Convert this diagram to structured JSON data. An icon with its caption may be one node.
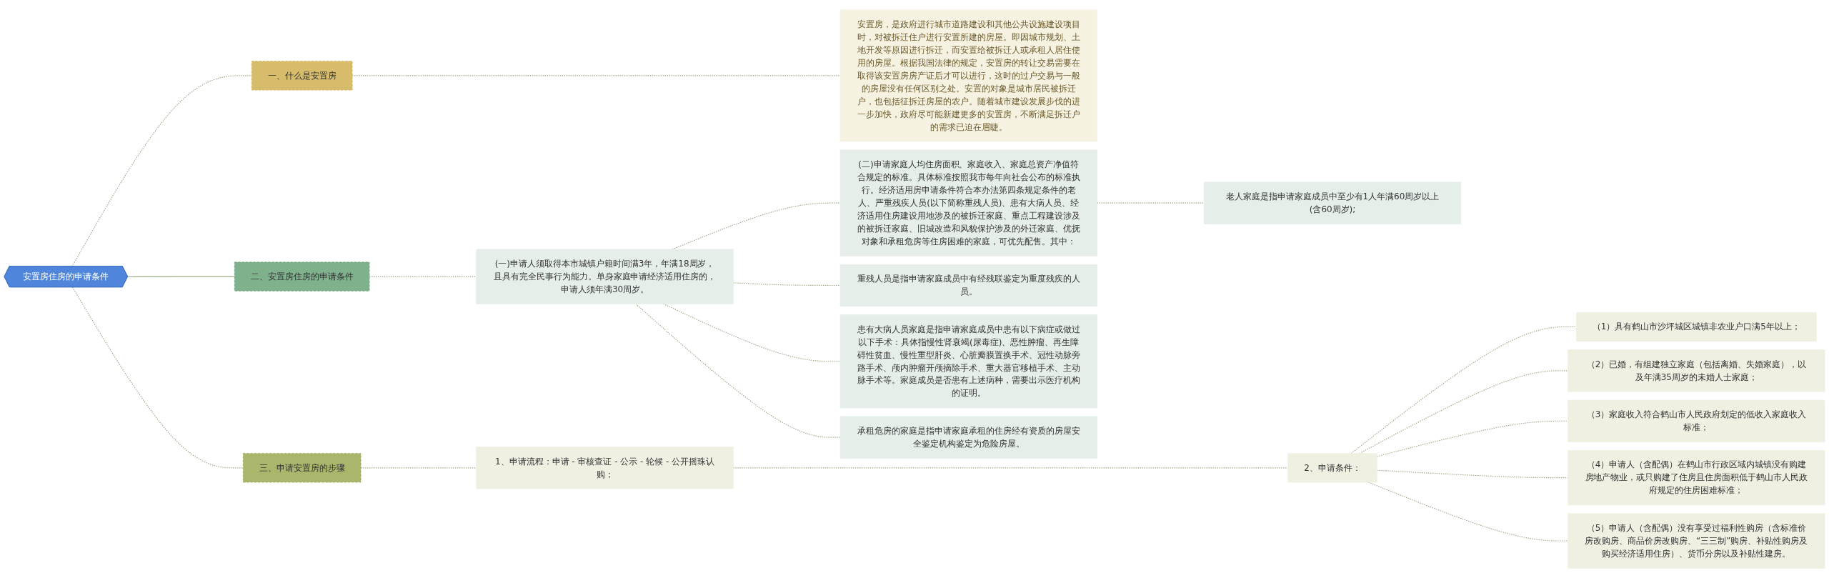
{
  "diagram": {
    "nodes": [
      {
        "text": [
          "安置房住房的申请条件"
        ]
      },
      {
        "text": [
          "一、什么是安置房"
        ]
      },
      {
        "text": [
          "安置房，是政府进行城市道路建设和其他公共设施建设项目时，对被拆迁住户进行安置所建的房屋。即因城市规划、土地开发等原因进行拆迁，而安置给被拆迁人或承租人居住使用的房屋。根据我国法律的规定，安置房的转让交易需要在取得该安置房房产证后才可以进行，这时的过户交易与一般的房屋没有任何区别之处。安置的对象是城市居民被拆迁户，也包括征拆迁房屋的农户。随着城市建设发展步伐的进一步加快，政府尽可能新建更多的安置房，不断满足拆迁户的需求已迫在眉睫。"
        ]
      },
      {
        "text": [
          "二、安置房住房的申请条件"
        ]
      },
      {
        "text": [
          "(一)申请人须取得本市城镇户籍时间满3年，年满18周岁，且具有完全民事行为能力。单身家庭申请经济适用住房的，申请人须年满30周岁。"
        ]
      },
      {
        "text": [
          "(二)申请家庭人均住房面积、家庭收入、家庭总资产净值符合规定的标准。具体标准按照我市每年向社会公布的标准执行。经济适用房申请条件符合本办法第四条规定条件的老人、严重残疾人员(以下简称重残人员)、患有大病人员、经济适用住房建设用地涉及的被拆迁家庭、重点工程建设涉及的被拆迁家庭、旧城改造和风貌保护涉及的外迁家庭、优抚对象和承租危房等住房困难的家庭，可优先配售。其中："
        ]
      },
      {
        "text": [
          "老人家庭是指申请家庭成员中至少有1人年满60周岁以上(含60周岁);"
        ]
      },
      {
        "text": [
          "重残人员是指申请家庭成员中有经残联鉴定为重度残疾的人员。"
        ]
      },
      {
        "text": [
          "患有大病人员家庭是指申请家庭成员中患有以下病症或做过以下手术：具体指慢性肾衰竭(尿毒症)、恶性肿瘤、再生障碍性贫血、慢性重型肝炎、心脏瓣膜置换手术、冠性动脉旁路手术、颅内肿瘤开颅摘除手术、重大器官移植手术、主动脉手术等。家庭成员是否患有上述病种，需要出示医疗机构的证明。"
        ]
      },
      {
        "text": [
          "承租危房的家庭是指申请家庭承租的住房经有资质的房屋安全鉴定机构鉴定为危险房屋。"
        ]
      },
      {
        "text": [
          "三、申请安置房的步骤"
        ]
      },
      {
        "text": [
          "1、申请流程：申请 - 审核查证 - 公示 - 轮候 - 公开摇珠认购；"
        ]
      },
      {
        "text": [
          "2、申请条件："
        ]
      },
      {
        "text": [
          "（1）具有鹤山市沙坪城区城镇非农业户口满5年以上；"
        ]
      },
      {
        "text": [
          "（2）已婚，有组建独立家庭（包括离婚、失婚家庭），以及年满35周岁的未婚人士家庭；"
        ]
      },
      {
        "text": [
          "（3）家庭收入符合鹤山市人民政府划定的低收入家庭收入标准；"
        ]
      },
      {
        "text": [
          "（4）申请人（含配偶）在鹤山市行政区域内城镇没有购建房地产物业，或只购建了住房且住房面积低于鹤山市人民政府规定的住房困难标准；"
        ]
      },
      {
        "text": [
          "（5）申请人（含配偶）没有享受过福利性购房（含标准价房改购房、商品价房改购房、“三三制”购房、补贴性购房及购买经济适用住房）、货币分房以及补贴性建房。"
        ]
      }
    ],
    "edges": [
      {
        "from": 0,
        "to": 1,
        "arrow": "none",
        "style": "dashed"
      },
      {
        "from": 1,
        "to": 2,
        "arrow": "none",
        "style": "dashed"
      },
      {
        "from": 0,
        "to": 3,
        "arrow": "none"
      },
      {
        "from": 3,
        "to": 4,
        "arrow": "none",
        "style": "dashed"
      },
      {
        "from": 4,
        "to": 5,
        "arrow": "none",
        "style": "dashed"
      },
      {
        "from": 5,
        "to": 6,
        "arrow": "none",
        "style": "dashed"
      },
      {
        "from": 4,
        "to": 7,
        "arrow": "none",
        "style": "dashed"
      },
      {
        "from": 4,
        "to": 8,
        "arrow": "none",
        "style": "dashed"
      },
      {
        "from": 4,
        "to": 9,
        "arrow": "none",
        "style": "dashed"
      },
      {
        "from": 0,
        "to": 10,
        "arrow": "none",
        "style": "dashed"
      },
      {
        "from": 10,
        "to": 11,
        "arrow": "none",
        "style": "dashed"
      },
      {
        "from": 11,
        "to": 12,
        "arrow": "none",
        "style": "dashed"
      },
      {
        "from": 12,
        "to": 13,
        "arrow": "none",
        "style": "dashed"
      },
      {
        "from": 12,
        "to": 14,
        "arrow": "none",
        "style": "dashed"
      },
      {
        "from": 12,
        "to": 15,
        "arrow": "none",
        "style": "dashed"
      },
      {
        "from": 12,
        "to": 16,
        "arrow": "none",
        "style": "dashed"
      },
      {
        "from": 12,
        "to": 17,
        "arrow": "none",
        "style": "dashed"
      }
    ]
  }
}
